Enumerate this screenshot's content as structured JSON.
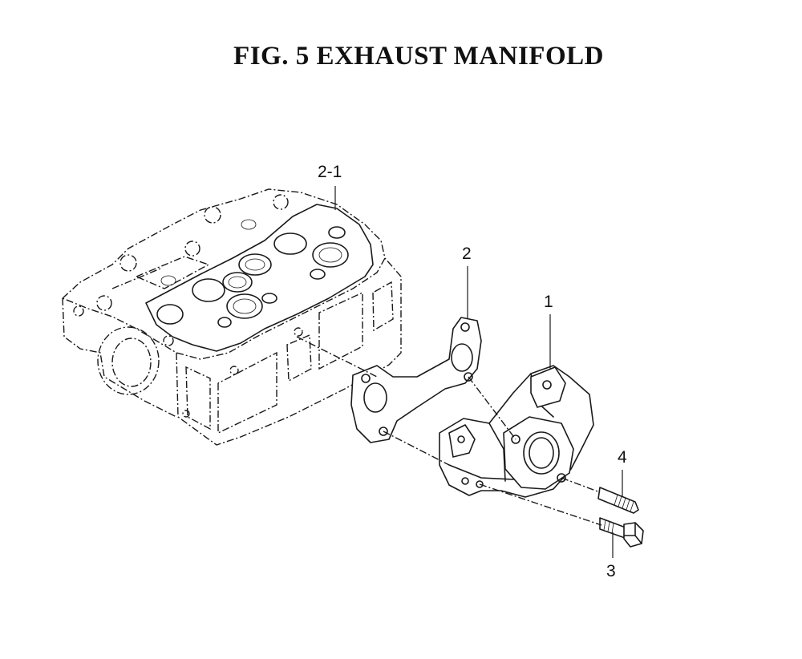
{
  "figure": {
    "title": "FIG.  5  EXHAUST MANIFOLD"
  },
  "callouts": [
    {
      "id": "2-1",
      "label": "2-1"
    },
    {
      "id": "2",
      "label": "2"
    },
    {
      "id": "1",
      "label": "1"
    },
    {
      "id": "4",
      "label": "4"
    },
    {
      "id": "3",
      "label": "3"
    }
  ],
  "colors": {
    "ink": "#1a1a1a",
    "background": "#ffffff"
  }
}
